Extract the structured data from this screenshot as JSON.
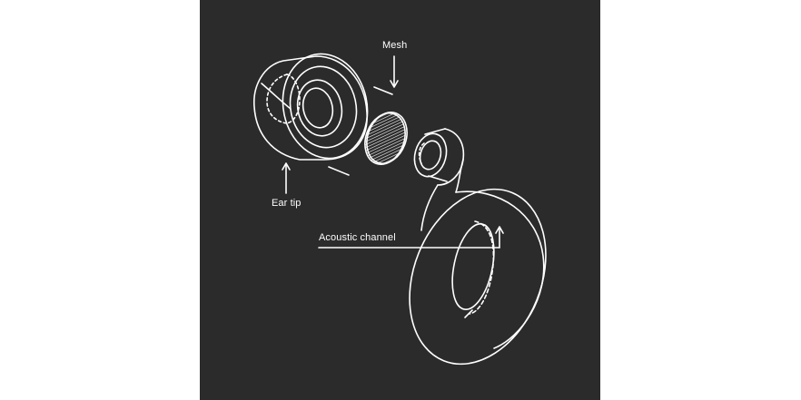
{
  "labels": {
    "mesh": "Mesh",
    "ear_tip": "Ear tip",
    "acoustic_channel": "Acoustic channel"
  },
  "colors": {
    "background": "#2b2b2b",
    "line": "#ffffff",
    "page": "#ffffff"
  },
  "components": [
    "ear-tip",
    "mesh",
    "nozzle",
    "earbud-body"
  ]
}
